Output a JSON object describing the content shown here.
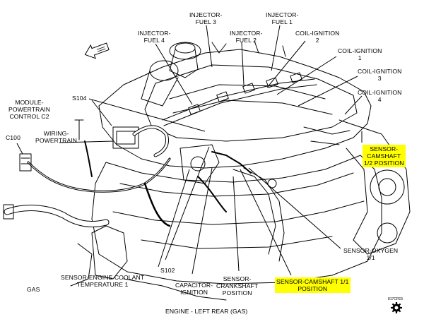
{
  "labels": {
    "injector_fuel_3": [
      "INJECTOR-",
      "FUEL 3"
    ],
    "injector_fuel_1": [
      "INJECTOR-",
      "FUEL 1"
    ],
    "injector_fuel_4": [
      "INJECTOR-",
      "FUEL 4"
    ],
    "injector_fuel_2": [
      "INJECTOR-",
      "FUEL 2"
    ],
    "coil_ignition_2": [
      "COIL-IGNITION",
      "2"
    ],
    "coil_ignition_1": [
      "COIL-IGNITION",
      "1"
    ],
    "coil_ignition_3": [
      "COIL-IGNITION",
      "3"
    ],
    "coil_ignition_4": [
      "COIL-IGNITION",
      "4"
    ],
    "module_pcm": [
      "MODULE-",
      "POWERTRAIN",
      "CONTROL C2"
    ],
    "s104": "S104",
    "c100": "C100",
    "wiring_powertrain": [
      "WIRING-",
      "POWERTRAIN"
    ],
    "sensor_camshaft_12": [
      "SENSOR-",
      "CAMSHAFT",
      "1/2 POSITION"
    ],
    "sensor_oxygen": [
      "SENSOR-OXYGEN",
      "1/1"
    ],
    "sensor_coolant": [
      "SENSOR-ENGINE COOLANT",
      "TEMPERATURE 1"
    ],
    "s102": "S102",
    "capacitor_ignition": [
      "CAPACITOR-",
      "IGNITION"
    ],
    "sensor_crankshaft": [
      "SENSOR-",
      "CRANKSHAFT",
      "POSITION"
    ],
    "sensor_camshaft_11": [
      "SENSOR-CAMSHAFT 1/1",
      "POSITION"
    ],
    "gas_corner": "GAS",
    "caption": "ENGINE - LEFT REAR (GAS)",
    "figure_code": "817cfe5"
  },
  "colors": {
    "highlight": "#ffff00",
    "line": "#000000",
    "background": "#ffffff"
  },
  "icons": {
    "front_arrow": "front-direction-arrow-icon",
    "gear": "gear-icon"
  }
}
